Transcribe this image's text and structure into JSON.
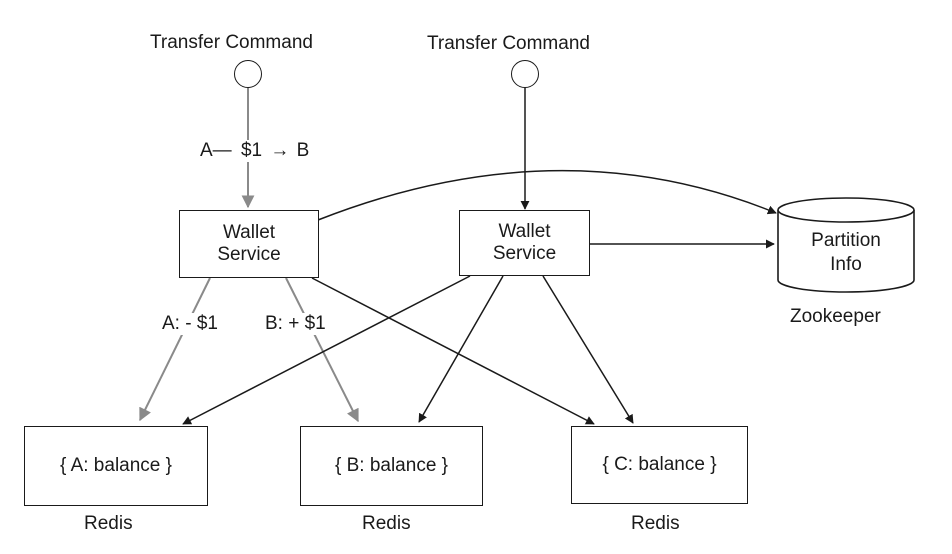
{
  "commands": [
    {
      "label": "Transfer Command"
    },
    {
      "label": "Transfer Command"
    }
  ],
  "transfer_label": {
    "left": "A—",
    "amount": "$1",
    "arrow": "→",
    "right": "B"
  },
  "services": [
    {
      "line1": "Wallet",
      "line2": "Service"
    },
    {
      "line1": "Wallet",
      "line2": "Service"
    }
  ],
  "edge_labels": {
    "debit": "A: - $1",
    "credit": "B: + $1"
  },
  "partition": {
    "line1": "Partition",
    "line2": "Info",
    "caption": "Zookeeper"
  },
  "stores": [
    {
      "content": "{ A: balance }",
      "caption": "Redis"
    },
    {
      "content": "{ B: balance }",
      "caption": "Redis"
    },
    {
      "content": "{ C: balance }",
      "caption": "Redis"
    }
  ],
  "colors": {
    "line": "#1a1a1a",
    "highlight_arrow": "#8a8a8a"
  }
}
